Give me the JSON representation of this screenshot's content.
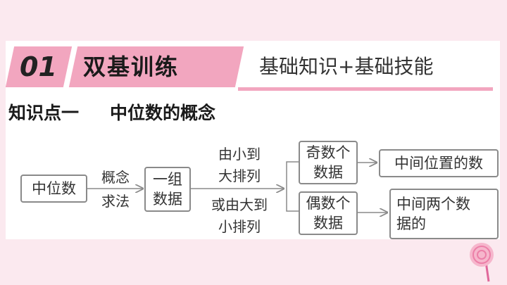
{
  "header": {
    "number": "01",
    "title": "双基训练",
    "subtitle": "基础知识+基础技能"
  },
  "section": {
    "heading_part1": "知识点一",
    "heading_part2": "中位数的概念"
  },
  "flowchart": {
    "start": "中位数",
    "method_line1": "概念",
    "method_line2": "求法",
    "group_line1": "一组",
    "group_line2": "数据",
    "order_small_to_large_line1": "由小到",
    "order_small_to_large_line2": "大排列",
    "order_large_to_small_line1": "或由大到",
    "order_large_to_small_line2": "小排列",
    "odd_line1": "奇数个",
    "odd_line2": "数据",
    "even_line1": "偶数个",
    "even_line2": "数据",
    "odd_result": "中间位置的数",
    "even_result_line1": "中间两个数",
    "even_result_line2": "据的"
  },
  "colors": {
    "accent_pink": "#f2a6bf",
    "background": "#fbe9ef",
    "box_border": "#8a8a8a"
  }
}
